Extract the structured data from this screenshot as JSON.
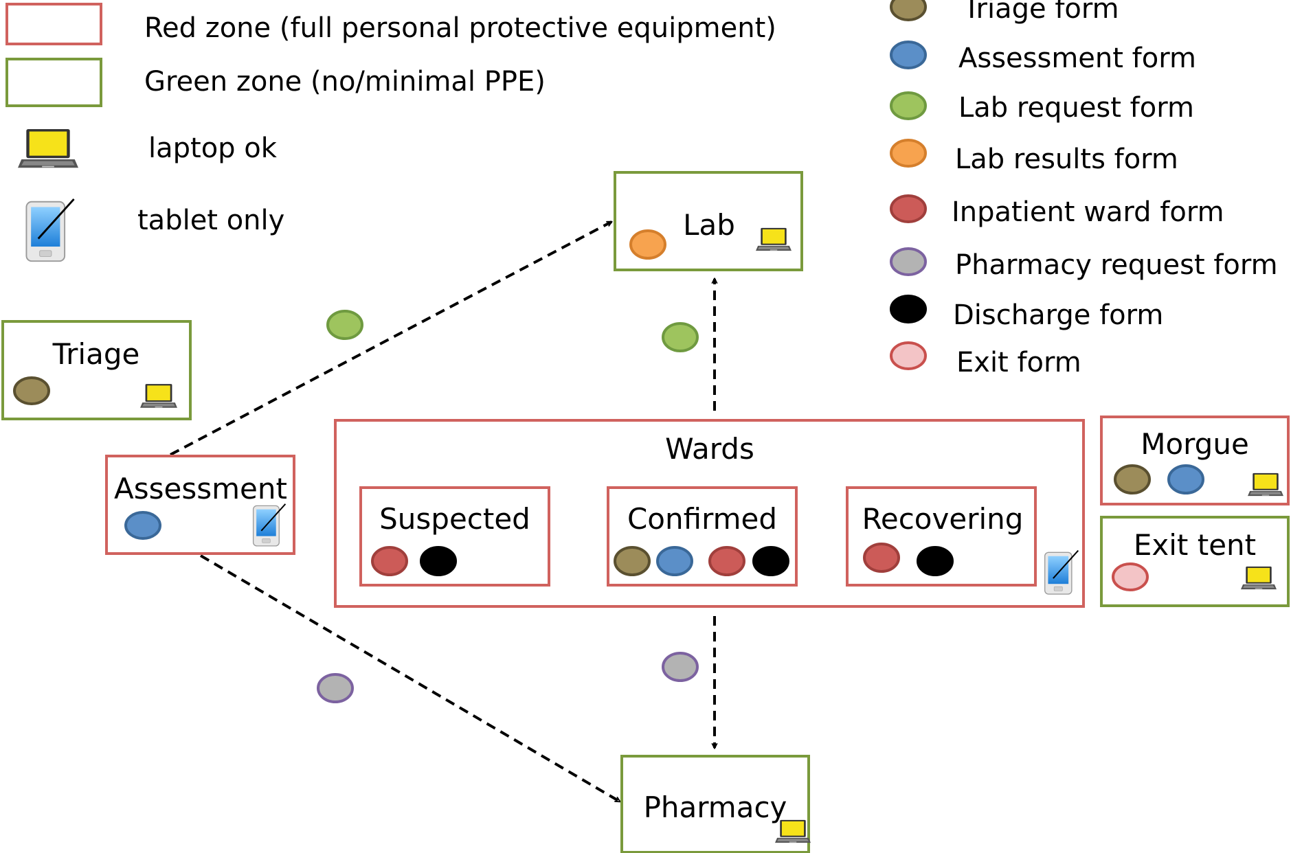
{
  "colors": {
    "red_zone_border": "#d0625e",
    "green_zone_border": "#7a9a3c",
    "triage_form": "#9c8c5a",
    "assessment_form": "#5b8fc8",
    "lab_request_form": "#9ec45e",
    "lab_results_form": "#f7a34f",
    "inpatient_ward_form": "#cc5b58",
    "pharmacy_request_form": "#b3b3b3",
    "discharge_form": "#000000",
    "exit_form": "#f3c4c6"
  },
  "legend_zones": {
    "red_zone": "Red zone (full personal protective equipment)",
    "green_zone": "Green zone (no/minimal PPE)",
    "laptop": "laptop ok",
    "tablet": "tablet only"
  },
  "legend_forms": {
    "triage": "Triage form",
    "assessment": "Assessment form",
    "lab_request": "Lab request form",
    "lab_results": "Lab results form",
    "inpatient_ward": "Inpatient ward form",
    "pharmacy_request": "Pharmacy request form",
    "discharge": "Discharge form",
    "exit": "Exit form"
  },
  "nodes": {
    "triage": "Triage",
    "assessment": "Assessment",
    "lab": "Lab",
    "wards": "Wards",
    "suspected": "Suspected",
    "confirmed": "Confirmed",
    "recovering": "Recovering",
    "morgue": "Morgue",
    "exit_tent": "Exit tent",
    "pharmacy": "Pharmacy"
  },
  "icons": [
    "laptop-icon",
    "tablet-icon",
    "form-circle-icon",
    "dashed-arrow"
  ]
}
